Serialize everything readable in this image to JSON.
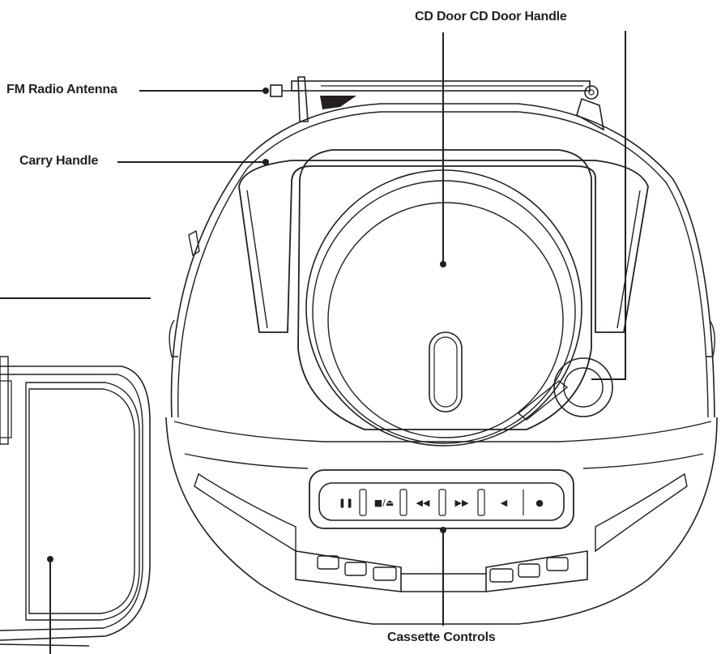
{
  "labels": {
    "cd_door": "CD Door CD Door Handle",
    "fm_antenna": "FM Radio Antenna",
    "carry_handle": "Carry Handle",
    "cassette_controls": "Cassette Controls"
  },
  "colors": {
    "line": "#231f20",
    "background": "#ffffff"
  },
  "cassette_buttons": [
    {
      "name": "pause",
      "glyph": "❚❚"
    },
    {
      "name": "stop-eject",
      "glyph": "■/⏏"
    },
    {
      "name": "rewind",
      "glyph": "◀◀"
    },
    {
      "name": "fast-forward",
      "glyph": "▶▶"
    },
    {
      "name": "play",
      "glyph": "◀"
    },
    {
      "name": "record",
      "glyph": "●"
    }
  ]
}
